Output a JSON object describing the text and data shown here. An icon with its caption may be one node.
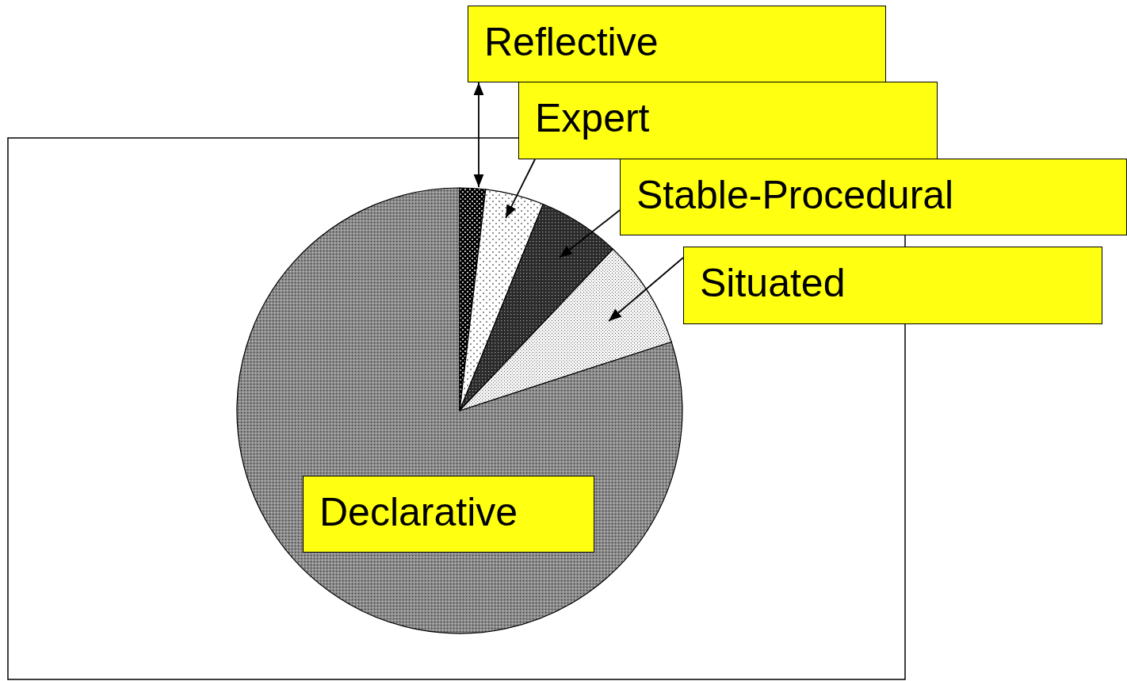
{
  "diagram": {
    "nodes": [
      {
        "text": [
          "Reflective"
        ]
      },
      {
        "text": [
          "Expert"
        ]
      },
      {
        "text": [
          "Stable-Procedural"
        ]
      },
      {
        "text": [
          "Situated"
        ]
      },
      {
        "text": [
          "Declarative"
        ]
      },
      {
        "text": [],
        "shape": "wedge"
      },
      {
        "text": [],
        "shape": "wedge"
      },
      {
        "text": [],
        "shape": "wedge"
      },
      {
        "text": [],
        "shape": "wedge"
      }
    ],
    "edges": [
      {
        "from": 0,
        "to": 5,
        "arrow": "both"
      },
      {
        "from": 1,
        "to": 6,
        "arrow": "to"
      },
      {
        "from": 2,
        "to": 7,
        "arrow": "to"
      },
      {
        "from": 3,
        "to": 8,
        "arrow": "to"
      }
    ]
  }
}
